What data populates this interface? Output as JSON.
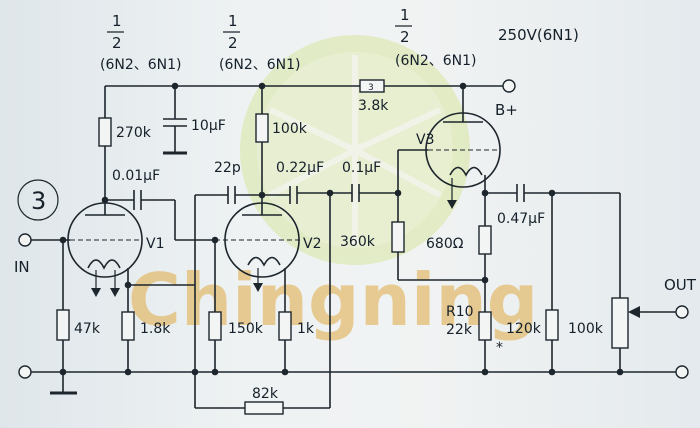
{
  "watermark": "Chingning",
  "circuit_number": "3",
  "tube_labels": {
    "fraction_num": "1",
    "fraction_den": "2",
    "tube_type": "(6N2、6N1)",
    "supply": "250V(6N1)"
  },
  "ports": {
    "input": "IN",
    "output": "OUT",
    "supply": "B+"
  },
  "tubes": {
    "v1": "V1",
    "v2": "V2",
    "v3": "V3"
  },
  "components": {
    "r_270k": "270k",
    "c_10uf": "10μF",
    "r_100k_top": "100k",
    "r_3_8k_num": "3",
    "r_3_8k": "3.8k",
    "c_001uf": "0.01μF",
    "c_22p": "22p",
    "c_022uf": "0.22μF",
    "c_01uf": "0.1μF",
    "r_360k": "360k",
    "r_680": "680Ω",
    "c_047uf": "0.47μF",
    "r_47k": "47k",
    "r_1_8k": "1.8k",
    "r_150k": "150k",
    "r_1k": "1k",
    "r10_name": "R10",
    "r10_value": "22k",
    "r10_mark": "*",
    "r_120k": "120k",
    "r_100k_pot": "100k",
    "r_82k": "82k"
  }
}
